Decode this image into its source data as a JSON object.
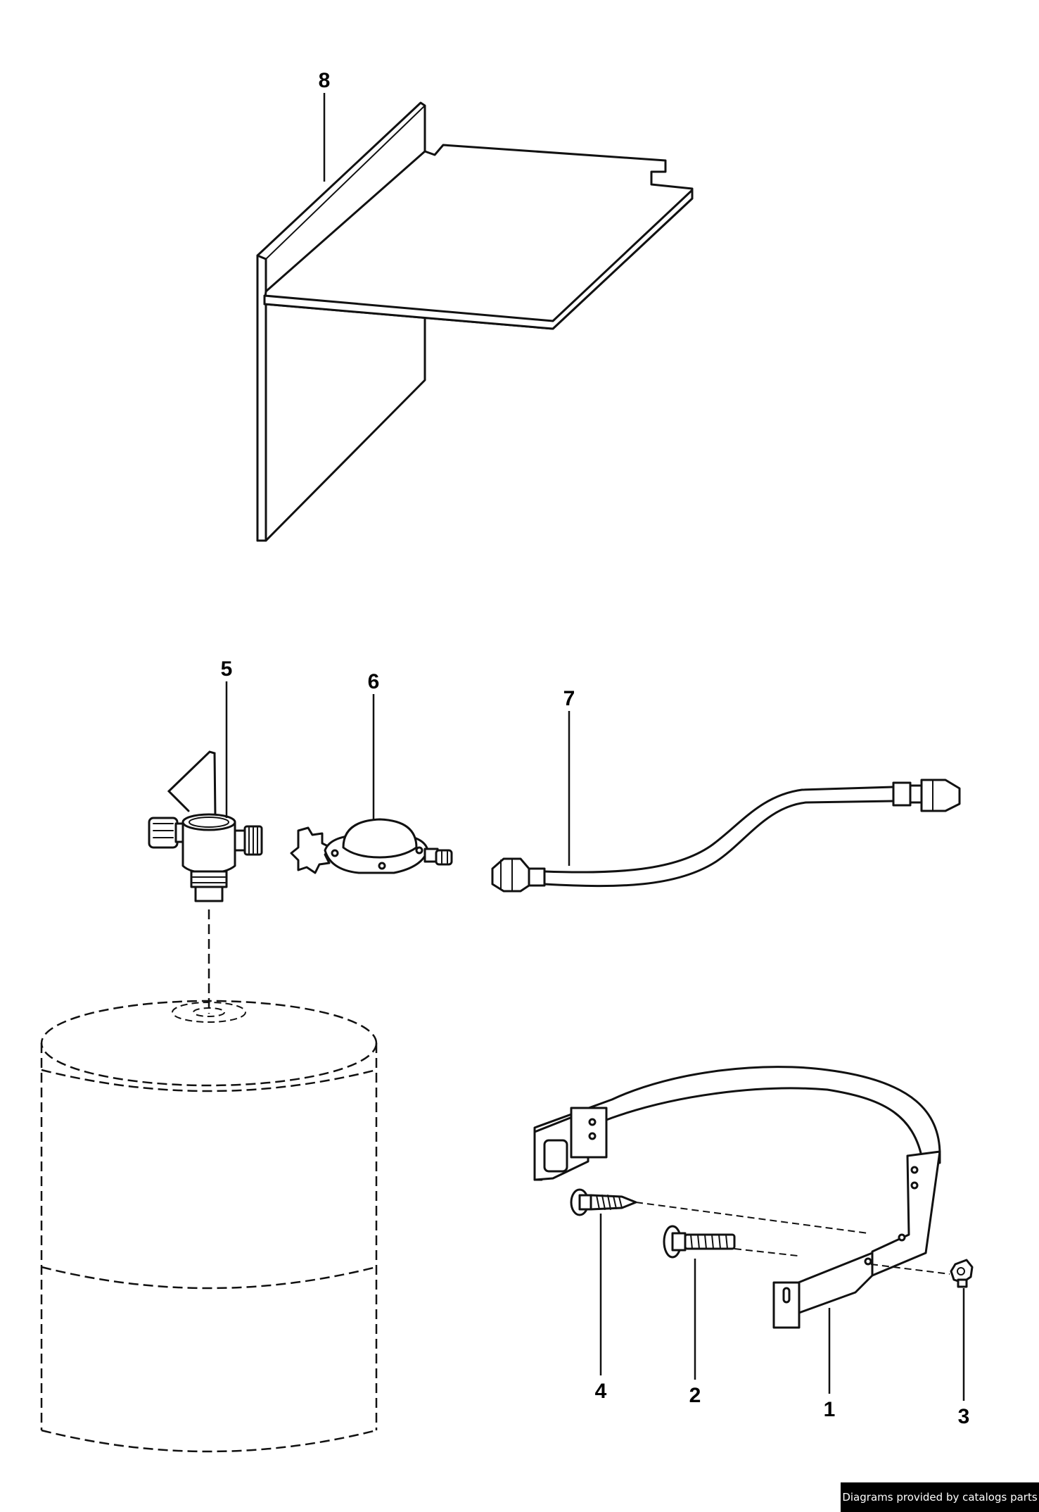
{
  "callouts": {
    "part_1": "1",
    "part_2": "2",
    "part_3": "3",
    "part_4": "4",
    "part_5": "5",
    "part_6": "6",
    "part_7": "7",
    "part_8": "8"
  },
  "credit": "Diagrams provided by catalogs parts",
  "colors": {
    "line": "#111111",
    "background": "#ffffff",
    "credit_bg": "#000000",
    "credit_text": "#ffffff"
  }
}
